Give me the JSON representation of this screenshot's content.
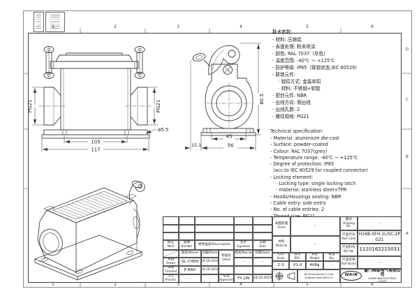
{
  "frame": {
    "columns": [
      "1",
      "2",
      "3",
      "4",
      "5",
      "6"
    ],
    "rows": [
      "D",
      "C",
      "B",
      "A"
    ]
  },
  "notes_cn": {
    "title": "技术参数:",
    "body": "- 材料: 压铸铝\n- 表面处理: 粉末喷涂\n- 颜色: RAL 7037（灰色）\n- 温度范围: -40℃ ～ +125℃\n- 防护等级: IP65（联锁状态,IEC 60529）\n- 联锁元件:\n    · 锁扣方式: 金属单扣\n    · 材料: 不锈钢+软胶\n- 密封元件: NBR\n- 出线方向: 侧出线\n- 出线孔数: 2\n- 螺纹规格: PG21"
  },
  "notes_en": {
    "title": "Technical specification:",
    "body": "- Material: aluminium die-cast\n- Surface: powder-coated\n- Colour: RAL 7037(grey)\n- Temperature range: -40℃ ~ +125℃\n- Degree of protection: IP65\n  (acc.to IEC 60529 for coupled connector)\n- Locking element:\n    · Locking type: single locking latch\n    · material: stainless steel+TPR\n- Hoods/Housings sealing: NBR\n- Cable entry: side entry\n- No. of cable entries: 2\n- Thread size: PG21"
  },
  "dims": {
    "front_pg21_left": "PG21",
    "front_pg21_right": "PG21",
    "front_hole": "ø5.5",
    "front_w1": "105",
    "front_w2": "117",
    "side_h": "80.5",
    "side_w1": "45",
    "side_w2": "56",
    "side_off": "15.1"
  },
  "revision": {
    "mark_cn": "标记",
    "mark_en": "Mark",
    "number_cn": "处数",
    "number_en": "Number",
    "description": "更改描述/Description",
    "signature_cn": "签字",
    "signature_en": "Signature",
    "date_cn": "日期",
    "date_en": "Date",
    "name_header": "姓名/Name",
    "date_header": "日期/Date"
  },
  "signatures": {
    "drawn_cn": "制图",
    "drawn_en": "Drawn",
    "drawn_name": "SL CHEN",
    "drawn_date": "18.10.2010",
    "checked_cn": "审核",
    "checked_en": "Checked",
    "checked_name": "P RAO",
    "checked_date": "18.10.2010",
    "process_cn": "工艺",
    "process_en": "Process",
    "process_name": "-",
    "process_date": "-",
    "stand_cn": "标准化",
    "stand_en": "Stand",
    "stand_name": "-",
    "stand_date": "-",
    "approved_cn": "批准",
    "approved_en": "Approved",
    "approved_name": "YY LIN",
    "approved_date": "18.10.2010"
  },
  "title_block": {
    "finish_cn": "表面处理",
    "finish_en": "Finish",
    "finish_value": "-",
    "material_cn": "材料",
    "material_en": "Material",
    "material_value": "-",
    "scale_cn": "比例",
    "scale_en": "Scale",
    "scale_value": "2:3",
    "rev_cn": "版本",
    "rev_en": "REV.",
    "rev_value": "V1.0",
    "weight_cn": "重量",
    "weight_en": "Weight",
    "weight_value": "408g",
    "qty_cn": "数量",
    "qty_en": "Qty.",
    "qty_value": "-",
    "dims_note_1": "All Dimensions in mm",
    "dims_note_2": "Original Size DIN A 4",
    "drawing_no_cn": "图号",
    "drawing_no_en": "Drawing No.",
    "drawing_no_value": "-",
    "part_code_cn": "产品代号",
    "part_code_en": "Part Code",
    "part_code_value": "H16B-SFH-1L/SC-2PG21",
    "part_no_cn": "产品料号",
    "part_no_en": "Part No.",
    "part_no_value": "1110162215031",
    "part_name_cn": "产品名称",
    "part_name_en": "Part Name",
    "part_name_value": "-",
    "logo": "WAIN",
    "company_cn": "厦门唯恩电气有限公司",
    "company_en": "XIAMEN WAIN ELECTRICAL CO.LTD"
  }
}
